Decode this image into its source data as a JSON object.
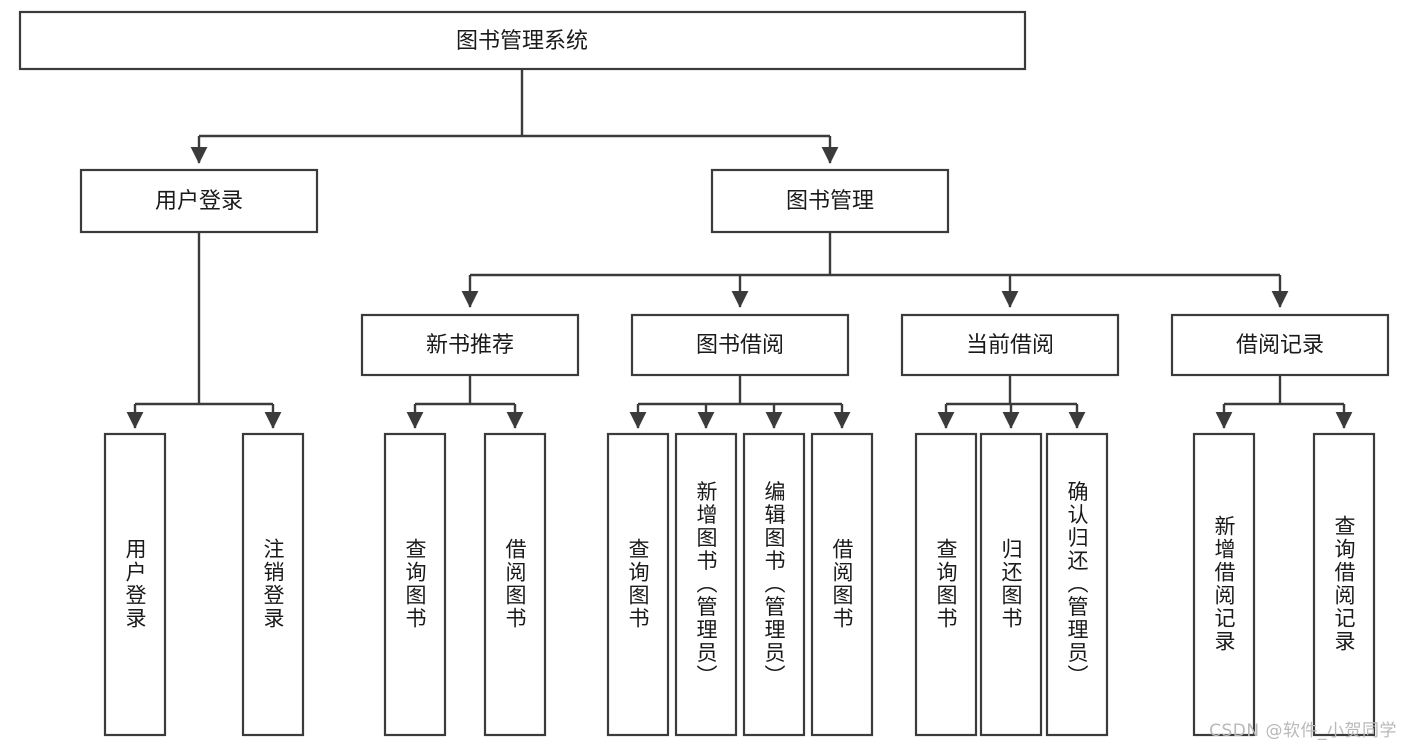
{
  "diagram": {
    "title": "图书管理系统",
    "type": "tree-hierarchy-diagram",
    "colors": {
      "box_stroke": "#3b3b3b",
      "box_fill": "#ffffff",
      "text": "#1a1a1a",
      "connector": "#3b3b3b",
      "watermark": "#b9b9b9",
      "background": "#ffffff"
    },
    "root": {
      "label": "图书管理系统"
    },
    "level2": [
      {
        "label": "用户登录"
      },
      {
        "label": "图书管理"
      }
    ],
    "level3": [
      {
        "label": "新书推荐"
      },
      {
        "label": "图书借阅"
      },
      {
        "label": "当前借阅"
      },
      {
        "label": "借阅记录"
      }
    ],
    "leaves": {
      "user_login": [
        {
          "label": "用户登录"
        },
        {
          "label": "注销登录"
        }
      ],
      "new_book_recommend": [
        {
          "label": "查询图书"
        },
        {
          "label": "借阅图书"
        }
      ],
      "book_borrow": [
        {
          "label": "查询图书"
        },
        {
          "label": "新增图书（管理员）"
        },
        {
          "label": "编辑图书（管理员）"
        },
        {
          "label": "借阅图书"
        }
      ],
      "current_borrow": [
        {
          "label": "查询图书"
        },
        {
          "label": "归还图书"
        },
        {
          "label": "确认归还（管理员）"
        }
      ],
      "borrow_record": [
        {
          "label": "新增借阅记录"
        },
        {
          "label": "查询借阅记录"
        }
      ]
    }
  },
  "watermark": {
    "text": "CSDN @软件_小贺同学"
  }
}
